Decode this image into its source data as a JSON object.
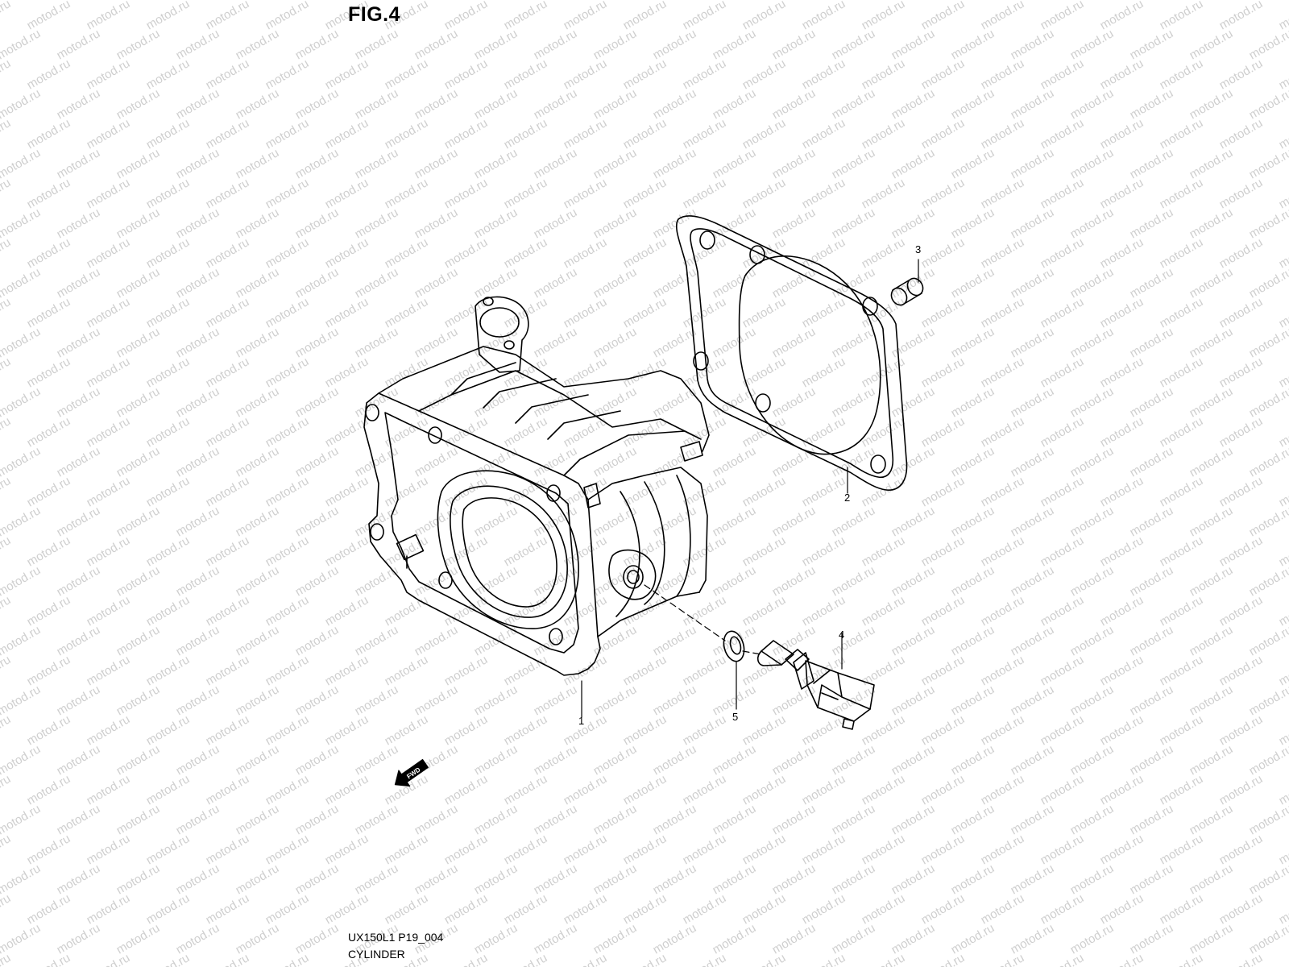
{
  "figure": {
    "title": "FIG.4",
    "diagram_code": "UX150L1 P19_004",
    "section_name": "CYLINDER"
  },
  "watermark": {
    "text": "motod.ru",
    "color": "#cfcfcf"
  },
  "parts": [
    {
      "ref": "1",
      "name": "cylinder-block"
    },
    {
      "ref": "2",
      "name": "cylinder-gasket"
    },
    {
      "ref": "3",
      "name": "dowel-pin"
    },
    {
      "ref": "4",
      "name": "temperature-sensor"
    },
    {
      "ref": "5",
      "name": "sealing-washer"
    }
  ],
  "direction_indicator": {
    "label": "FWD"
  },
  "colors": {
    "line": "#000000",
    "background": "#ffffff"
  }
}
